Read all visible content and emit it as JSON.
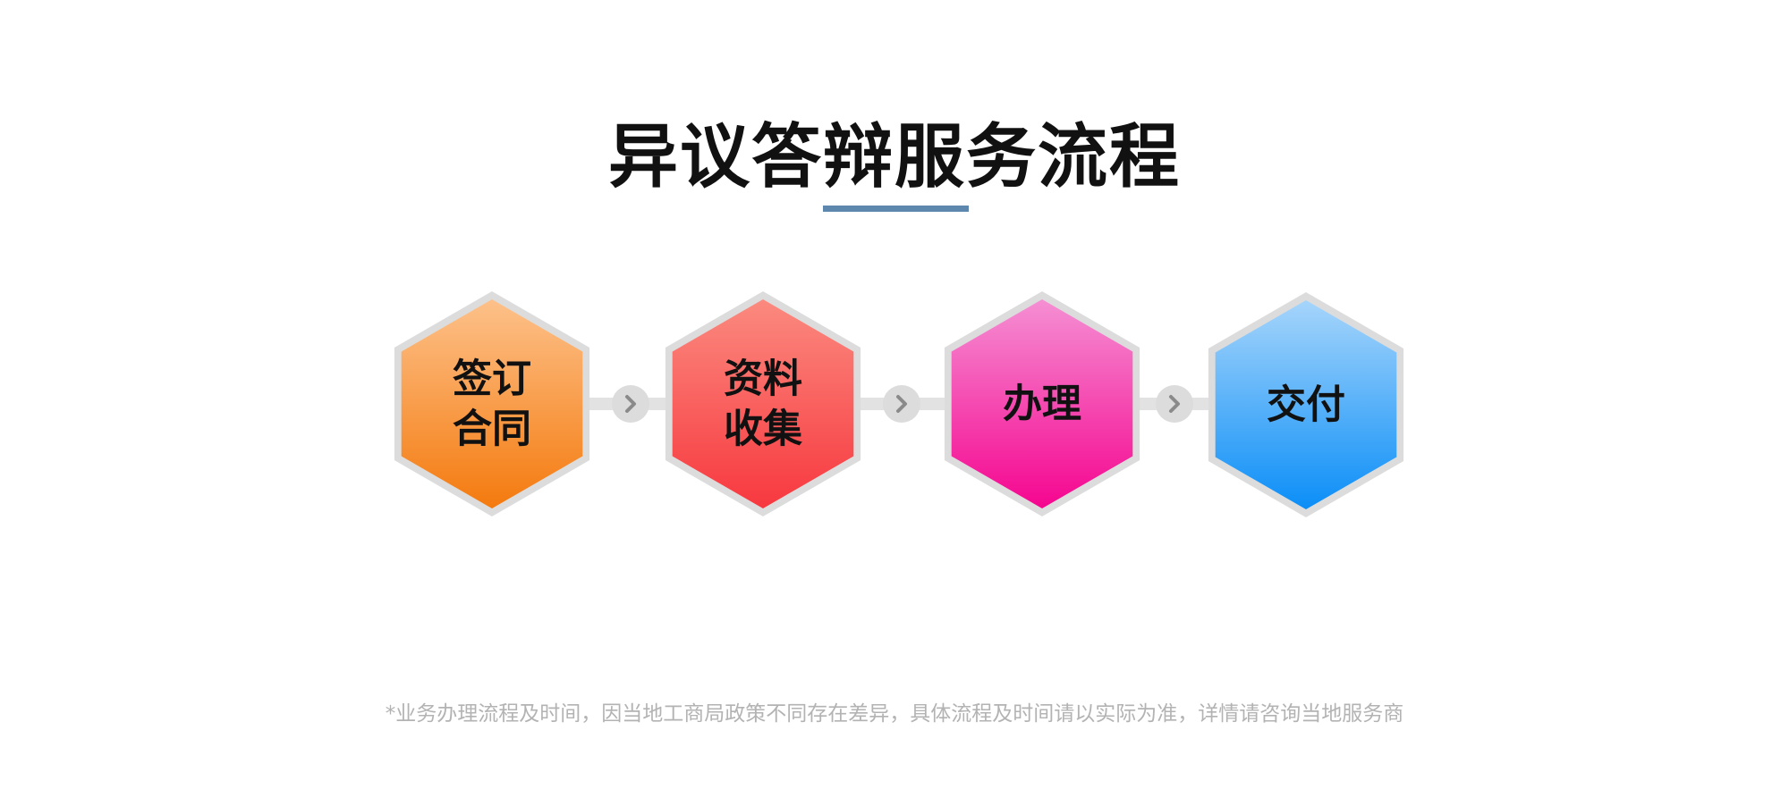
{
  "title": "异议答辩服务流程",
  "colors": {
    "underline": "#5d87ad",
    "connector": "#e2e2e2",
    "arrow_circle": "#dcdcdc",
    "arrow_glyph": "#8a8a8a",
    "hex_border": "#dcdcdc",
    "footnote": "#b3b3b3"
  },
  "steps": [
    {
      "lines": [
        "签订",
        "合同"
      ],
      "gradient_top": "#fdc18a",
      "gradient_bottom": "#f47a0e"
    },
    {
      "lines": [
        "资料",
        "收集"
      ],
      "gradient_top": "#fb8a7f",
      "gradient_bottom": "#f7383f"
    },
    {
      "lines": [
        "办理"
      ],
      "gradient_top": "#f58fd3",
      "gradient_bottom": "#f5058f"
    },
    {
      "lines": [
        "交付"
      ],
      "gradient_top": "#a6d5fb",
      "gradient_bottom": "#0b8ef7"
    }
  ],
  "arrow_icon": "chevron-right-icon",
  "footnote": "*业务办理流程及时间，因当地工商局政策不同存在差异，具体流程及时间请以实际为准，详情请咨询当地服务商"
}
